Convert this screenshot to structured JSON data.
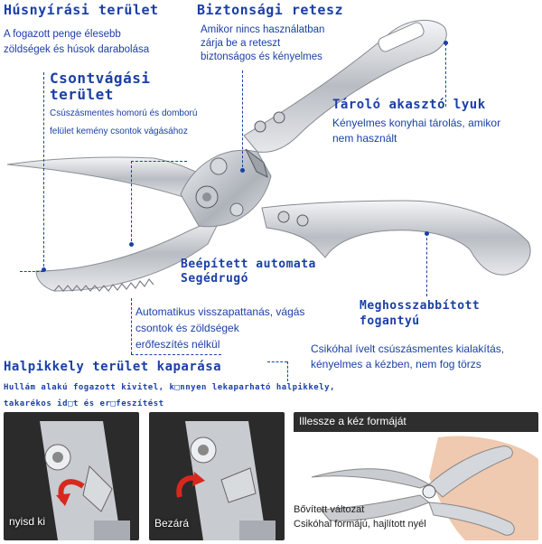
{
  "sections": {
    "cutting_area": {
      "title": "Húsnyírási terület",
      "desc": [
        "A fogazott penge élesebb",
        "zöldségek és húsok darabolása"
      ]
    },
    "safety_latch": {
      "title": "Biztonsági retesz",
      "desc": [
        "Amikor nincs használatban",
        "zárja be a reteszt",
        "biztonságos és kényelmes"
      ]
    },
    "bone_cutting": {
      "title": [
        "Csontvágási",
        "terület"
      ],
      "desc": [
        "Csúszásmentes homorú és domború",
        "felület kemény csontok vágásához"
      ]
    },
    "hanging_hole": {
      "title": "Tároló akasztó lyuk",
      "desc": [
        "Kényelmes konyhai tárolás, amikor",
        "nem használt"
      ]
    },
    "spring": {
      "title": [
        "Beépített automata",
        "Segédrugó"
      ],
      "desc": [
        "Automatikus visszapattanás, vágás",
        "csontok és zöldségek",
        "erőfeszítés nélkül"
      ]
    },
    "handle": {
      "title": [
        "Meghosszabbított",
        "fogantyú"
      ],
      "desc": [
        "Csikóhal ívelt csúszásmentes kialakítás,",
        "kényelmes a kézben, nem fog törzs"
      ]
    },
    "serrated": {
      "title": "Halpikkely terület kaparása",
      "desc": [
        "Hullám alakú fogazott kivitel, k□nnyen lekaparható halpikkely,",
        "takarékos id□t és er□feszítést"
      ]
    }
  },
  "panels": {
    "open_label": "nyisd ki",
    "close_label": "Bezárá",
    "hand_title": "Illessze a kéz formáját",
    "hand_caption": [
      "Bővített változat",
      "Csikóhal formájú, hajlított nyél"
    ]
  },
  "colors": {
    "accent": "#1a3fa6",
    "arrow_red": "#d8281e",
    "steel": "#c9ccd0"
  }
}
